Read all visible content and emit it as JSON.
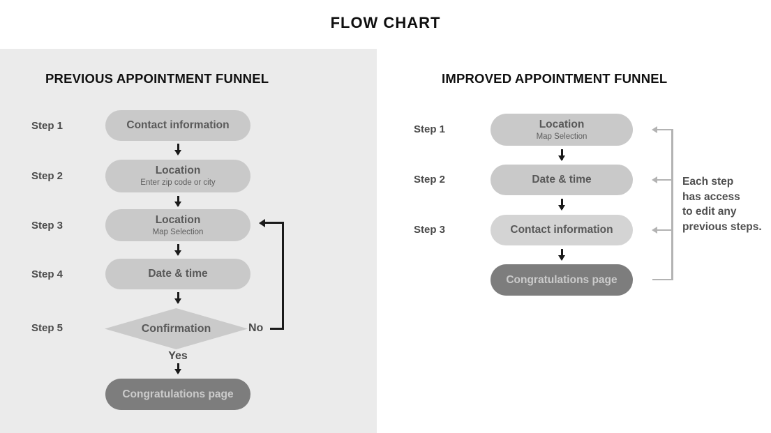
{
  "title": "FLOW CHART",
  "left_panel": {
    "heading": "PREVIOUS APPOINTMENT FUNNEL",
    "steps": [
      {
        "label": "Step 1",
        "title": "Contact information"
      },
      {
        "label": "Step 2",
        "title": "Location",
        "subtitle": "Enter zip code or city"
      },
      {
        "label": "Step 3",
        "title": "Location",
        "subtitle": "Map Selection"
      },
      {
        "label": "Step 4",
        "title": "Date & time"
      },
      {
        "label": "Step 5",
        "title": "Confirmation"
      }
    ],
    "decision": {
      "yes_label": "Yes",
      "no_label": "No"
    },
    "final": "Congratulations page"
  },
  "right_panel": {
    "heading": "IMPROVED APPOINTMENT FUNNEL",
    "steps": [
      {
        "label": "Step 1",
        "title": "Location",
        "subtitle": "Map Selection"
      },
      {
        "label": "Step 2",
        "title": "Date & time"
      },
      {
        "label": "Step 3",
        "title": "Contact information"
      }
    ],
    "final": "Congratulations page",
    "annotation": "Each step\nhas access\nto edit any\nprevious steps."
  },
  "colors": {
    "panel_background": "#ebebeb",
    "pill_light": "#c9c9c9",
    "pill_lighter": "#d4d4d4",
    "pill_dark": "#7d7d7d",
    "pill_text": "#595959",
    "pill_dark_text": "#cbcbcb",
    "step_label_text": "#4a4a4a",
    "heading_text": "#101010",
    "connector_black": "#1a1a1a",
    "bracket_gray": "#b3b3b3"
  }
}
